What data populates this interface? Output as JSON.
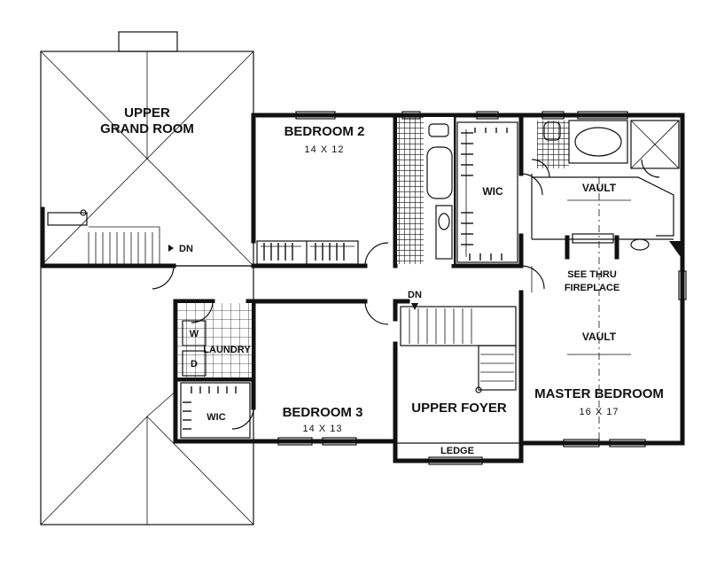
{
  "rooms": {
    "upper_grand_room": {
      "line1": "UPPER",
      "line2": "GRAND ROOM"
    },
    "bedroom2": {
      "name": "BEDROOM 2",
      "size": "14 X 12"
    },
    "wic_top": {
      "name": "WIC"
    },
    "vault_top": {
      "name": "VAULT"
    },
    "see_thru_fireplace": {
      "line1": "SEE THRU",
      "line2": "FIREPLACE"
    },
    "vault_master": {
      "name": "VAULT"
    },
    "master_bedroom": {
      "name": "MASTER BEDROOM",
      "size": "16 X 17"
    },
    "upper_foyer": {
      "name": "UPPER FOYER"
    },
    "ledge": {
      "name": "LEDGE"
    },
    "bedroom3": {
      "name": "BEDROOM 3",
      "size": "14 X 13"
    },
    "wic_left": {
      "name": "WIC"
    },
    "laundry": {
      "name": "LAUNDRY",
      "washer": "W",
      "dryer": "D"
    }
  },
  "stairs": {
    "left_dn": "DN",
    "center_dn": "DN"
  }
}
